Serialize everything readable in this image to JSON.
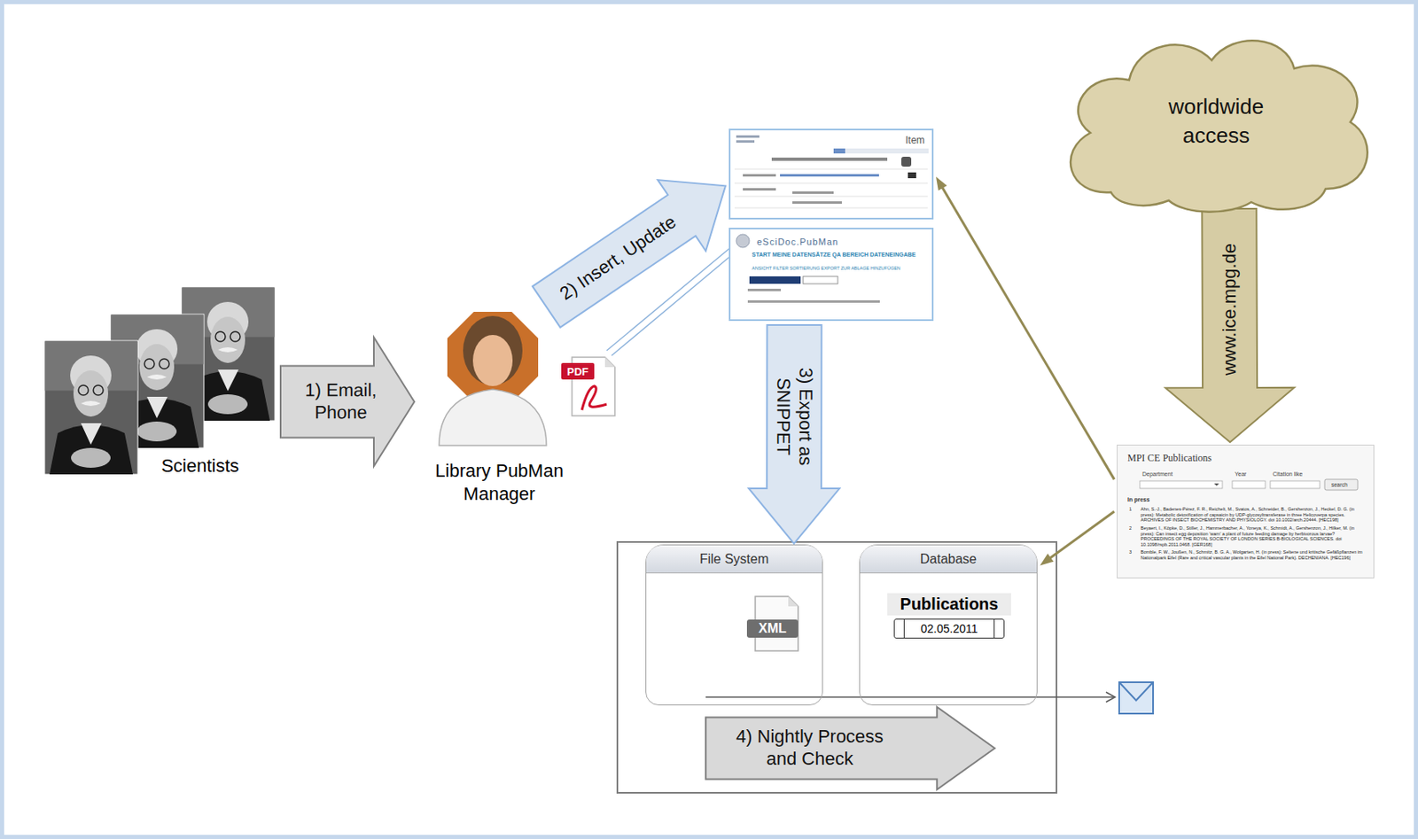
{
  "diagram": {
    "nodes": [
      {
        "text": [
          "Scientists"
        ]
      },
      {
        "text": [
          "Library PubMan Manager"
        ]
      },
      {
        "text": [
          "Item"
        ]
      },
      {
        "text": [
          "eSciDoc.PubMan",
          "START MEINE DATENSÄTZE QA BEREICH DATENEINGABE",
          "ANSICHT FILTER SORTIERUNG EXPORT ZUR ABLAGE HINZUFÜGEN"
        ]
      },
      {
        "text": [
          "File System"
        ]
      },
      {
        "text": [
          "Database"
        ]
      },
      {
        "text": [
          "Publications",
          "02.05.2011"
        ],
        "in": 5
      },
      {
        "text": [
          "worldwide access"
        ]
      },
      {
        "text": [
          "MPI CE Publications",
          "Department",
          "Year",
          "Citation like",
          "search",
          "In press",
          "1",
          "Ahn, S.-J., Badenes-Pérez, F. R., Reichelt, M., Svatos, A., Schneider, B., Gershenzon, J., Heckel, D. G. (in press): Metabolic detoxification of capsaicin by UDP-glycosyltransferase in three Helicoverpa species. ARCHIVES OF INSECT BIOCHEMISTRY AND PHYSIOLOGY. doi 10.1002/arch.20444. [HEC198]",
          "2",
          "Beyaert, I., Köpke, D., Stiller, J., Hammerbacher, A., Yoneya, K., Schmidt, A., Gershenzon, J., Hilker, M. (in press): Can insect egg deposition 'warn' a plant of future feeding damage by herbivorous larvae? PROCEEDINGS OF THE ROYAL SOCIETY OF LONDON SERIES B-BIOLOGICAL SCIENCES. doi 10.1098/rspb.2011.0468. [GER168]",
          "3",
          "Bomble, F. W., Joußen, N., Schmitz, B. G. A., Wolgarten, H. (in press): Seltene und kritische Gefäßpflanzen im Nationalpark Eifel (Rare and critical vascular plants in the Eifel National Park). DECHENIANA. [HEC196]"
        ]
      }
    ],
    "edges": [
      {
        "from": 0,
        "to": 1,
        "label": "1) Email, Phone",
        "arrow": "to"
      },
      {
        "from": 1,
        "to": 2,
        "label": "2) Insert, Update",
        "arrow": "to"
      },
      {
        "from": 3,
        "to": 4,
        "label": "3) Export as SNIPPET",
        "arrow": "to"
      },
      {
        "from": 4,
        "to": 5,
        "label": "4) Nightly Process and Check",
        "arrow": "to"
      },
      {
        "from": 7,
        "to": 8,
        "label": "www.ice.mpg.de",
        "arrow": "to"
      },
      {
        "from": 8,
        "to": 2,
        "arrow": "to"
      },
      {
        "from": 8,
        "to": 5,
        "arrow": "to"
      }
    ],
    "labels": [
      "PDF",
      "XML"
    ]
  }
}
